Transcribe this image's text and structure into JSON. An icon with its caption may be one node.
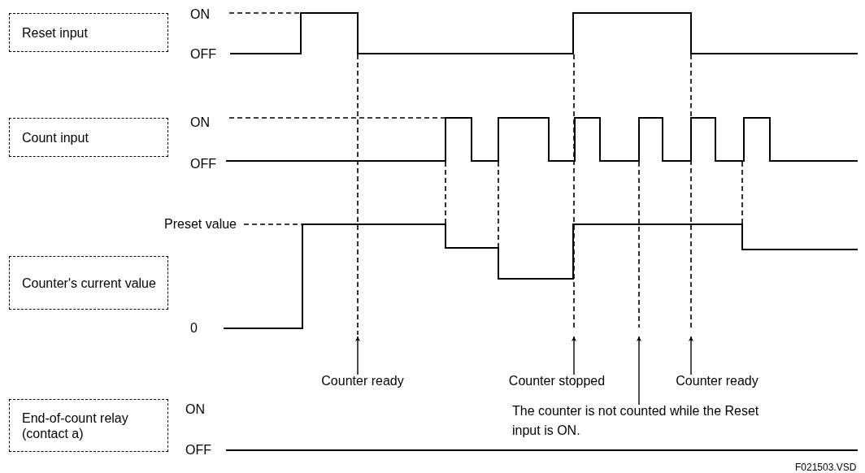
{
  "diagram": {
    "nodes": [
      {
        "text": [
          "Reset input"
        ]
      },
      {
        "text": [
          "Count input"
        ]
      },
      {
        "text": [
          "Counter's current value"
        ]
      },
      {
        "text": [
          "End-of-count relay (contact a)"
        ]
      },
      {
        "text": [
          "Counter ready"
        ]
      },
      {
        "text": [
          "Counter stopped"
        ]
      },
      {
        "text": [
          "The counter is not counted while the Reset input is ON."
        ]
      },
      {
        "text": [
          "Counter ready"
        ]
      }
    ],
    "edges": [
      {
        "from": 4,
        "to": null,
        "arrow": "to"
      },
      {
        "from": 5,
        "to": null,
        "arrow": "to"
      },
      {
        "from": 6,
        "to": null,
        "arrow": "to"
      },
      {
        "from": 7,
        "to": null,
        "arrow": "to"
      }
    ],
    "labels": [
      "ON",
      "OFF",
      "ON",
      "OFF",
      "Preset value",
      "0",
      "ON",
      "OFF",
      "F021503.VSD"
    ]
  }
}
